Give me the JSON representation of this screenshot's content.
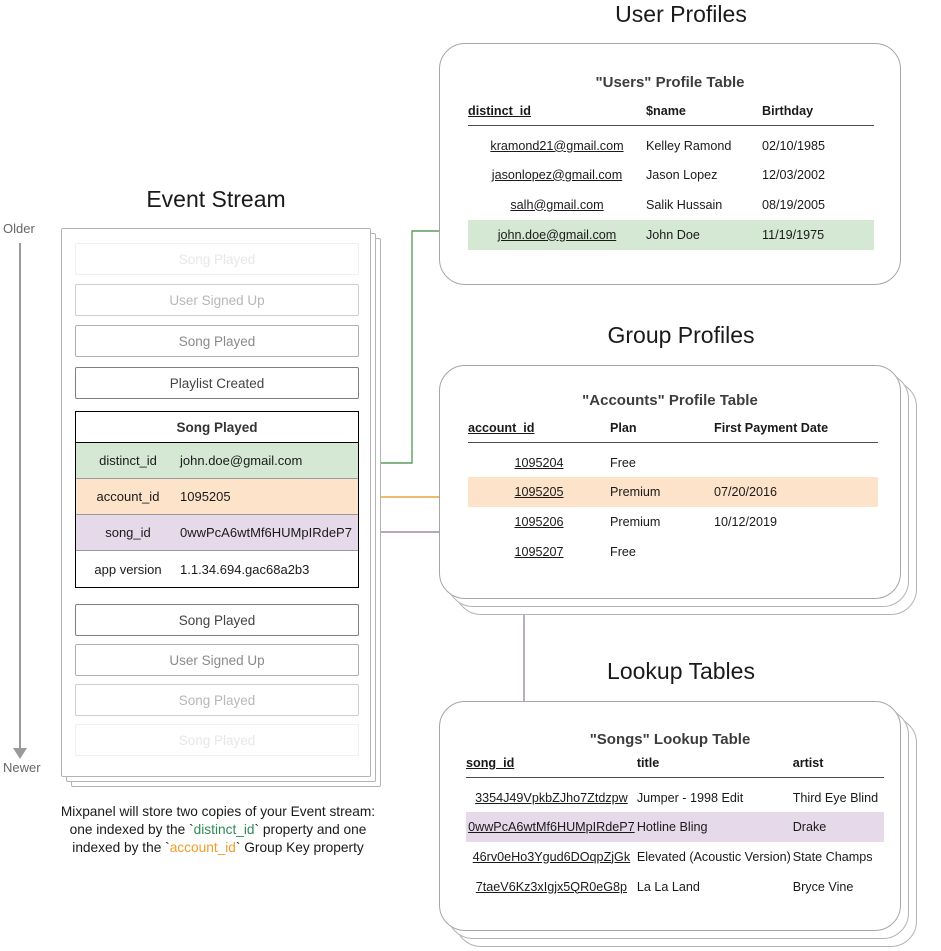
{
  "sections": {
    "event_stream_title": "Event Stream",
    "user_profiles_title": "User Profiles",
    "group_profiles_title": "Group Profiles",
    "lookup_tables_title": "Lookup Tables"
  },
  "timeline": {
    "older_label": "Older",
    "newer_label": "Newer"
  },
  "event_stream": {
    "rows_above": [
      {
        "label": "Song Played",
        "fade": "f1"
      },
      {
        "label": "User Signed Up",
        "fade": "f2"
      },
      {
        "label": "Song Played",
        "fade": "f3"
      },
      {
        "label": "Playlist Created",
        "fade": "f4"
      }
    ],
    "expanded_event": {
      "title": "Song Played",
      "properties": [
        {
          "key": "distinct_id",
          "value": "john.doe@gmail.com",
          "highlight": "green"
        },
        {
          "key": "account_id",
          "value": "1095205",
          "highlight": "orange"
        },
        {
          "key": "song_id",
          "value": "0wwPcA6wtMf6HUMpIRdeP7",
          "highlight": "purple"
        },
        {
          "key": "app version",
          "value": "1.1.34.694.gac68a2b3",
          "highlight": "none"
        }
      ]
    },
    "rows_below": [
      {
        "label": "Song Played",
        "fade": "f4"
      },
      {
        "label": "User Signed Up",
        "fade": "f3"
      },
      {
        "label": "Song Played",
        "fade": "f2"
      },
      {
        "label": "Song Played",
        "fade": "f1"
      }
    ]
  },
  "caption": {
    "line1": "Mixpanel will store two copies of your Event stream:",
    "line2_a": "one indexed by the `",
    "line2_key": "distinct_id",
    "line2_b": "` property and one",
    "line3_a": "indexed by the `",
    "line3_key": "account_id",
    "line3_b": "` Group Key property"
  },
  "users_table": {
    "title": "\"Users\" Profile Table",
    "headers": [
      "distinct_id",
      "$name",
      "Birthday"
    ],
    "rows": [
      {
        "cells": [
          "kramond21@gmail.com",
          "Kelley Ramond",
          "02/10/1985"
        ],
        "highlight": "none"
      },
      {
        "cells": [
          "jasonlopez@gmail.com",
          "Jason Lopez",
          "12/03/2002"
        ],
        "highlight": "none"
      },
      {
        "cells": [
          "salh@gmail.com",
          "Salik Hussain",
          "08/19/2005"
        ],
        "highlight": "none"
      },
      {
        "cells": [
          "john.doe@gmail.com",
          "John Doe",
          "11/19/1975"
        ],
        "highlight": "green"
      }
    ]
  },
  "accounts_table": {
    "title": "\"Accounts\" Profile Table",
    "headers": [
      "account_id",
      "Plan",
      "First Payment Date"
    ],
    "rows": [
      {
        "cells": [
          "1095204",
          "Free",
          ""
        ],
        "highlight": "none"
      },
      {
        "cells": [
          "1095205",
          "Premium",
          "07/20/2016"
        ],
        "highlight": "orange"
      },
      {
        "cells": [
          "1095206",
          "Premium",
          "10/12/2019"
        ],
        "highlight": "none"
      },
      {
        "cells": [
          "1095207",
          "Free",
          ""
        ],
        "highlight": "none"
      }
    ]
  },
  "songs_table": {
    "title": "\"Songs\" Lookup Table",
    "headers": [
      "song_id",
      "title",
      "artist"
    ],
    "rows": [
      {
        "cells": [
          "3354J49VpkbZJho7Ztdzpw",
          "Jumper - 1998 Edit",
          "Third Eye Blind"
        ],
        "highlight": "none"
      },
      {
        "cells": [
          "0wwPcA6wtMf6HUMpIRdeP7",
          "Hotline Bling",
          "Drake"
        ],
        "highlight": "purple"
      },
      {
        "cells": [
          "46rv0eHo3Ygud6DOqpZjGk",
          "Elevated (Acoustic Version)",
          "State Champs"
        ],
        "highlight": "none"
      },
      {
        "cells": [
          "7taeV6Kz3xIgjx5QR0eG8p",
          "La La Land",
          "Bryce Vine"
        ],
        "highlight": "none"
      }
    ]
  },
  "colors": {
    "green": "#d5e8d4",
    "orange": "#fde3ca",
    "purple": "#e6d9ea",
    "arrow_green": "#5e9e5e",
    "arrow_orange": "#e8a33d",
    "arrow_purple": "#9d8aa5",
    "caption_green": "#2e8b57",
    "caption_orange": "#f59c25"
  }
}
